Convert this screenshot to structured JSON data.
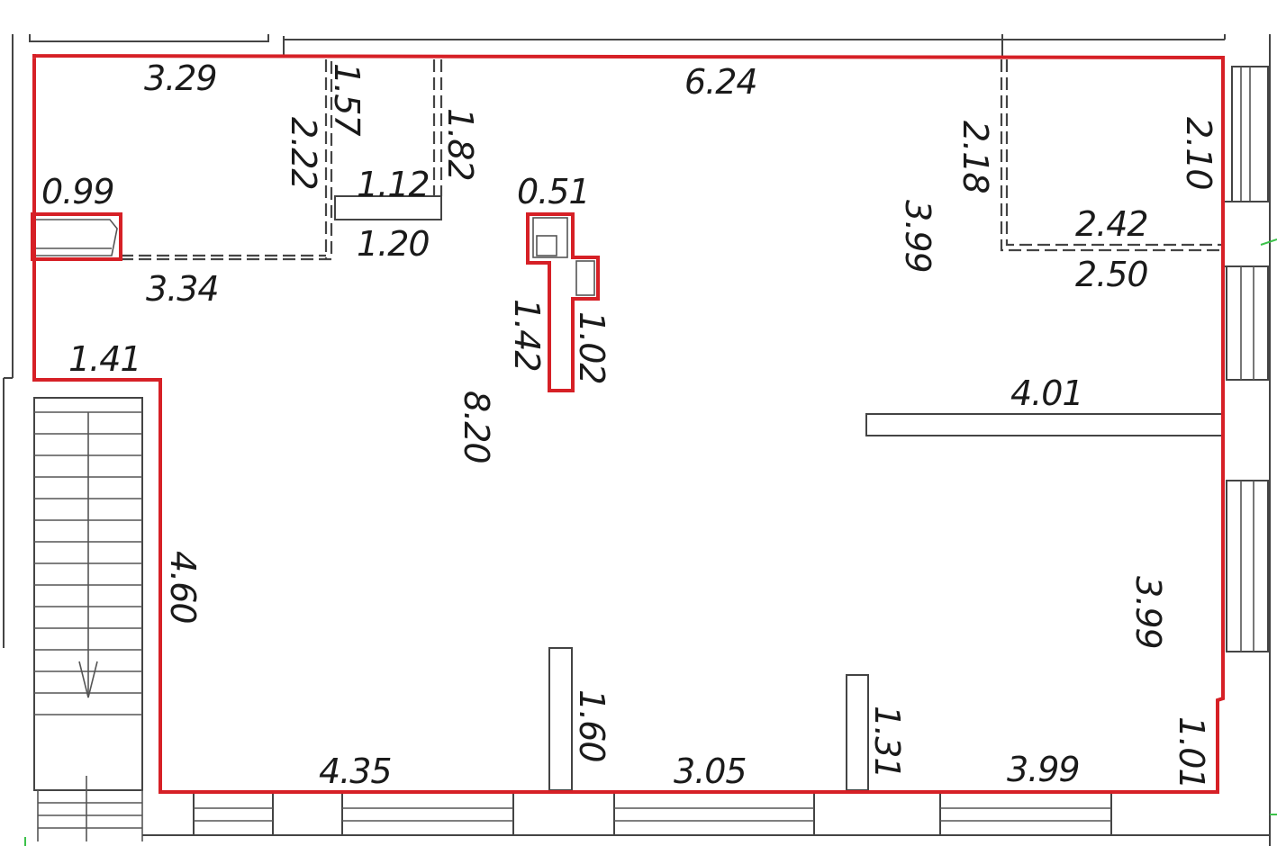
{
  "colors": {
    "outline": "#d62026",
    "walls": "#444444",
    "background": "#ffffff"
  },
  "dimensions": {
    "d_329": "3.29",
    "d_157": "1.57",
    "d_222": "2.22",
    "d_182": "1.82",
    "d_112": "1.12",
    "d_120": "1.20",
    "d_099": "0.99",
    "d_334": "3.34",
    "d_141": "1.41",
    "d_624": "6.24",
    "d_051": "0.51",
    "d_142": "1.42",
    "d_102": "1.02",
    "d_820": "8.20",
    "d_218": "2.18",
    "d_210": "2.10",
    "d_399_top": "3.99",
    "d_242": "2.42",
    "d_250": "2.50",
    "d_401": "4.01",
    "d_460": "4.60",
    "d_399_right": "3.99",
    "d_160": "1.60",
    "d_131": "1.31",
    "d_101": "1.01",
    "d_435": "4.35",
    "d_305": "3.05",
    "d_399_bottom": "3.99"
  },
  "icons": {
    "stair_arrow": "arrow-down-icon"
  }
}
